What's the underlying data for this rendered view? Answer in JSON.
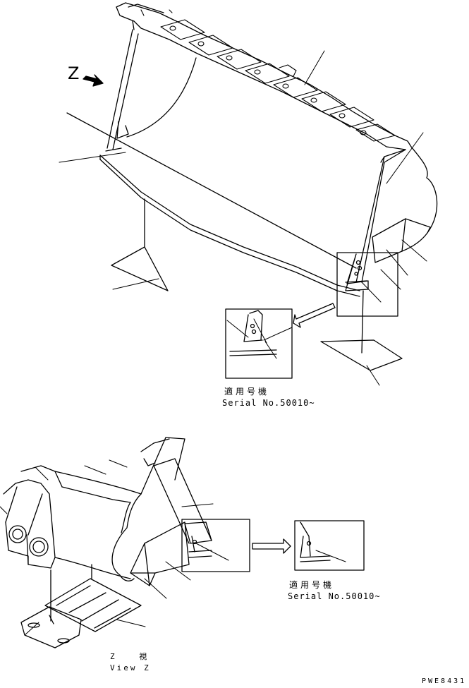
{
  "labels": {
    "z_arrow": "Z",
    "applicable_jp_1": "適用号機",
    "serial_1": "Serial No.50010~",
    "applicable_jp_2": "適用号機",
    "serial_2": "Serial No.50010~",
    "view_z_jp": "Z 視",
    "view_z_en": "View Z",
    "drawing_code": "PWE8431"
  }
}
